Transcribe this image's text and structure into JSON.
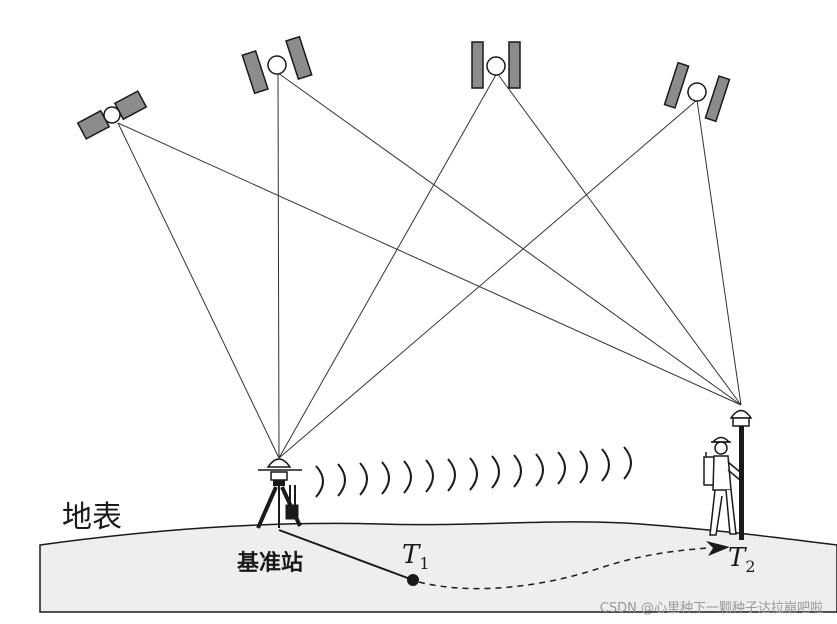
{
  "labels": {
    "ground": "地表",
    "base_station": "基准站",
    "point1": {
      "letter": "T",
      "sub": "1"
    },
    "point2": {
      "letter": "T",
      "sub": "2"
    }
  },
  "watermark": "CSDN @心里种下一颗种子达拉崩吧啦",
  "colors": {
    "ink": "#1a1a1a",
    "ground_fill": "#eeeeee",
    "satellite_panel": "#8c8c8c",
    "watermark": "#9a9a9a"
  },
  "icons": [
    "satellite-icon",
    "gnss-antenna-icon",
    "tripod-icon",
    "surveyor-icon",
    "signal-wave-icon"
  ]
}
